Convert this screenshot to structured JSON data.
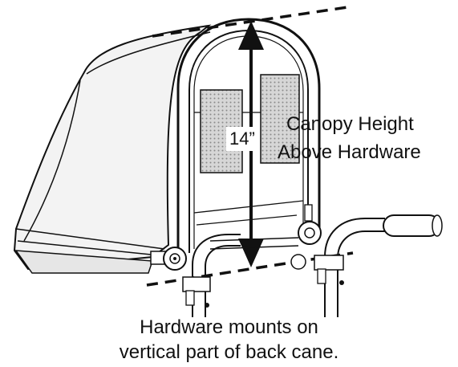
{
  "diagram": {
    "dimension_label": "14”",
    "callout": {
      "line1": "Canopy Height",
      "line2": "Above Hardware"
    },
    "caption": {
      "line1": "Hardware mounts on",
      "line2": "vertical part of back cane."
    }
  },
  "colors": {
    "line": "#111111",
    "canopy_fill": "#f3f3f3",
    "mesh_fill": "#bdbdbd",
    "background": "#ffffff"
  }
}
